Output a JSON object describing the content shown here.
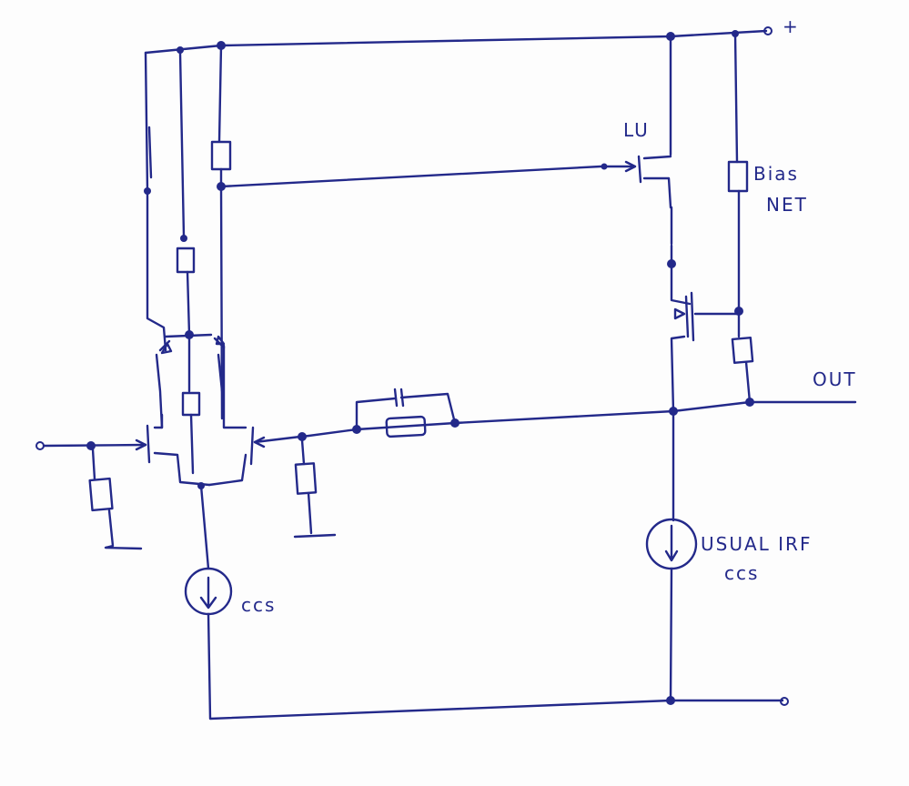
{
  "colors": {
    "ink": "#23298a",
    "paper": "#fdfdfd"
  },
  "labels": {
    "plus": "+",
    "lu": "LU",
    "bias_res_line1": "Bias",
    "bias_res_line2": "NET",
    "out": "OUT",
    "ccs_left": "ccs",
    "usual_irf": "USUAL IRF",
    "ccs_right": "ccs"
  }
}
